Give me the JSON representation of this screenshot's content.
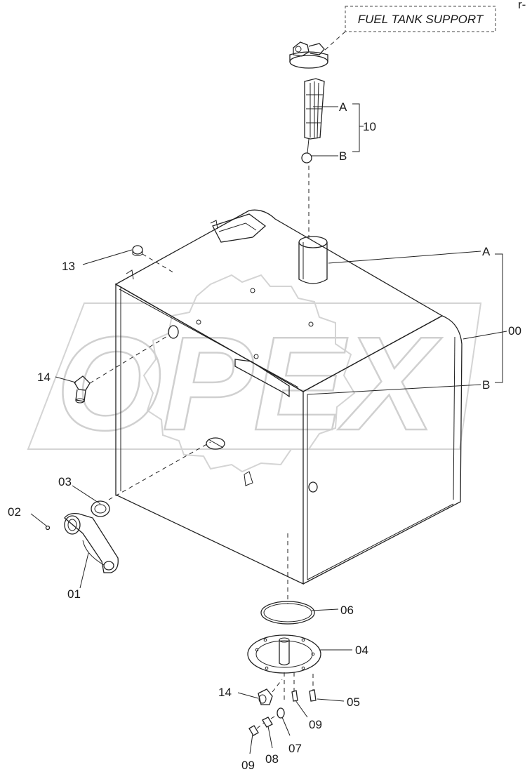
{
  "reference_box": {
    "text": "FUEL TANK SUPPORT"
  },
  "watermark": {
    "text": "OPEX"
  },
  "corner_mark": {
    "text": "r-"
  },
  "callouts": {
    "a_top": "A",
    "b_top": "B",
    "c10": "10",
    "a_right": "A",
    "b_right": "B",
    "c00": "00",
    "c13": "13",
    "c14_upper": "14",
    "c03": "03",
    "c02": "02",
    "c01": "01",
    "c06": "06",
    "c04": "04",
    "c14_lower": "14",
    "c05": "05",
    "c09_right": "09",
    "c07": "07",
    "c08": "08",
    "c09_left": "09"
  }
}
